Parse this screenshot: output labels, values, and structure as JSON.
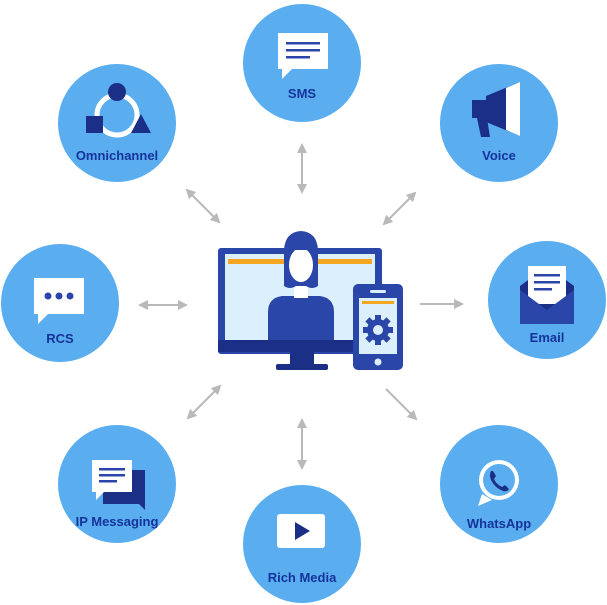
{
  "colors": {
    "circle": "#5aaef0",
    "dark_blue": "#2a46a8",
    "navy": "#1c2f86",
    "label": "#15339a",
    "screen": "#dbeffc",
    "accent_orange": "#f5a623",
    "arrow": "#b9b9b9",
    "white": "#ffffff"
  },
  "center": {
    "icon": "monitor-with-person-and-phone-icon"
  },
  "nodes": [
    {
      "id": "sms",
      "label": "SMS",
      "icon": "sms-bubble-icon"
    },
    {
      "id": "voice",
      "label": "Voice",
      "icon": "megaphone-icon"
    },
    {
      "id": "email",
      "label": "Email",
      "icon": "envelope-icon"
    },
    {
      "id": "whatsapp",
      "label": "WhatsApp",
      "icon": "whatsapp-icon"
    },
    {
      "id": "rich-media",
      "label": "Rich Media",
      "icon": "play-video-icon"
    },
    {
      "id": "ip-messaging",
      "label": "IP Messaging",
      "icon": "chat-bubbles-icon"
    },
    {
      "id": "rcs",
      "label": "RCS",
      "icon": "rcs-dots-bubble-icon"
    },
    {
      "id": "omnichannel",
      "label": "Omnichannel",
      "icon": "shapes-network-icon"
    }
  ]
}
